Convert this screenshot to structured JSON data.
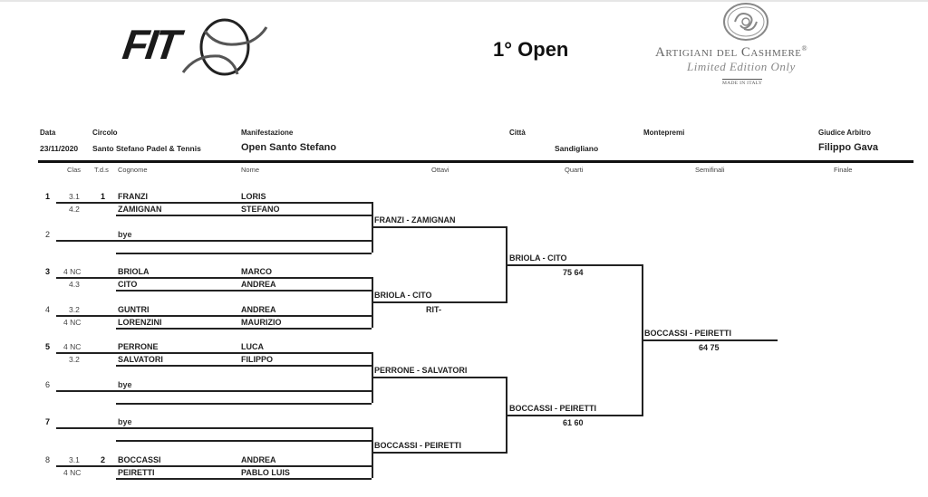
{
  "header": {
    "title": "1° Open",
    "fit_logo_text": "FIT",
    "sponsor": {
      "name": "Artigiani del Cashmere",
      "registered": "®",
      "tagline": "Limited Edition Only",
      "made_in": "MADE IN ITALY"
    }
  },
  "info": {
    "labels": {
      "data": "Data",
      "circolo": "Circolo",
      "manifestazione": "Manifestazione",
      "citta": "Città",
      "montepremi": "Montepremi",
      "giudice": "Giudice Arbitro"
    },
    "values": {
      "data": "23/11/2020",
      "circolo": "Santo Stefano Padel & Tennis",
      "manifestazione": "Open Santo Stefano",
      "citta": "Sandigliano",
      "montepremi": "",
      "giudice": "Filippo Gava"
    }
  },
  "columns": {
    "clas": "Clas",
    "tds": "T.d.s",
    "cognome": "Cognome",
    "nome": "Nome",
    "ottavi": "Ottavi",
    "quarti": "Quarti",
    "semifinali": "Semifinali",
    "finale": "Finale"
  },
  "entries": [
    {
      "num": "1",
      "bold": true,
      "players": [
        {
          "clas": "3.1",
          "tds": "1",
          "cognome": "FRANZI",
          "nome": "LORIS"
        },
        {
          "clas": "4.2",
          "tds": "",
          "cognome": "ZAMIGNAN",
          "nome": "STEFANO"
        }
      ]
    },
    {
      "num": "2",
      "bold": false,
      "players": [
        {
          "clas": "",
          "tds": "",
          "cognome": "bye",
          "nome": ""
        },
        {
          "clas": "",
          "tds": "",
          "cognome": "",
          "nome": ""
        }
      ]
    },
    {
      "num": "3",
      "bold": true,
      "players": [
        {
          "clas": "4 NC",
          "tds": "",
          "cognome": "BRIOLA",
          "nome": "MARCO"
        },
        {
          "clas": "4.3",
          "tds": "",
          "cognome": "CITO",
          "nome": "ANDREA"
        }
      ]
    },
    {
      "num": "4",
      "bold": false,
      "players": [
        {
          "clas": "3.2",
          "tds": "",
          "cognome": "GUNTRI",
          "nome": "ANDREA"
        },
        {
          "clas": "4 NC",
          "tds": "",
          "cognome": "LORENZINI",
          "nome": "MAURIZIO"
        }
      ]
    },
    {
      "num": "5",
      "bold": true,
      "players": [
        {
          "clas": "4 NC",
          "tds": "",
          "cognome": "PERRONE",
          "nome": "LUCA"
        },
        {
          "clas": "3.2",
          "tds": "",
          "cognome": "SALVATORI",
          "nome": "FILIPPO"
        }
      ]
    },
    {
      "num": "6",
      "bold": false,
      "players": [
        {
          "clas": "",
          "tds": "",
          "cognome": "bye",
          "nome": ""
        },
        {
          "clas": "",
          "tds": "",
          "cognome": "",
          "nome": ""
        }
      ]
    },
    {
      "num": "7",
      "bold": true,
      "players": [
        {
          "clas": "",
          "tds": "",
          "cognome": "bye",
          "nome": ""
        },
        {
          "clas": "",
          "tds": "",
          "cognome": "",
          "nome": ""
        }
      ]
    },
    {
      "num": "8",
      "bold": false,
      "players": [
        {
          "clas": "3.1",
          "tds": "2",
          "cognome": "BOCCASSI",
          "nome": "ANDREA"
        },
        {
          "clas": "4 NC",
          "tds": "",
          "cognome": "PEIRETTI",
          "nome": "PABLO LUIS"
        }
      ]
    }
  ],
  "ottavi": [
    {
      "winner": "FRANZI - ZAMIGNAN",
      "score": ""
    },
    {
      "winner": "BRIOLA - CITO",
      "score": "RIT-"
    },
    {
      "winner": "PERRONE - SALVATORI",
      "score": ""
    },
    {
      "winner": "BOCCASSI - PEIRETTI",
      "score": ""
    }
  ],
  "quarti": [
    {
      "winner": "BRIOLA - CITO",
      "score": "75 64"
    },
    {
      "winner": "BOCCASSI - PEIRETTI",
      "score": "61 60"
    }
  ],
  "semifinali": [
    {
      "winner": "BOCCASSI - PEIRETTI",
      "score": "64 75"
    }
  ]
}
